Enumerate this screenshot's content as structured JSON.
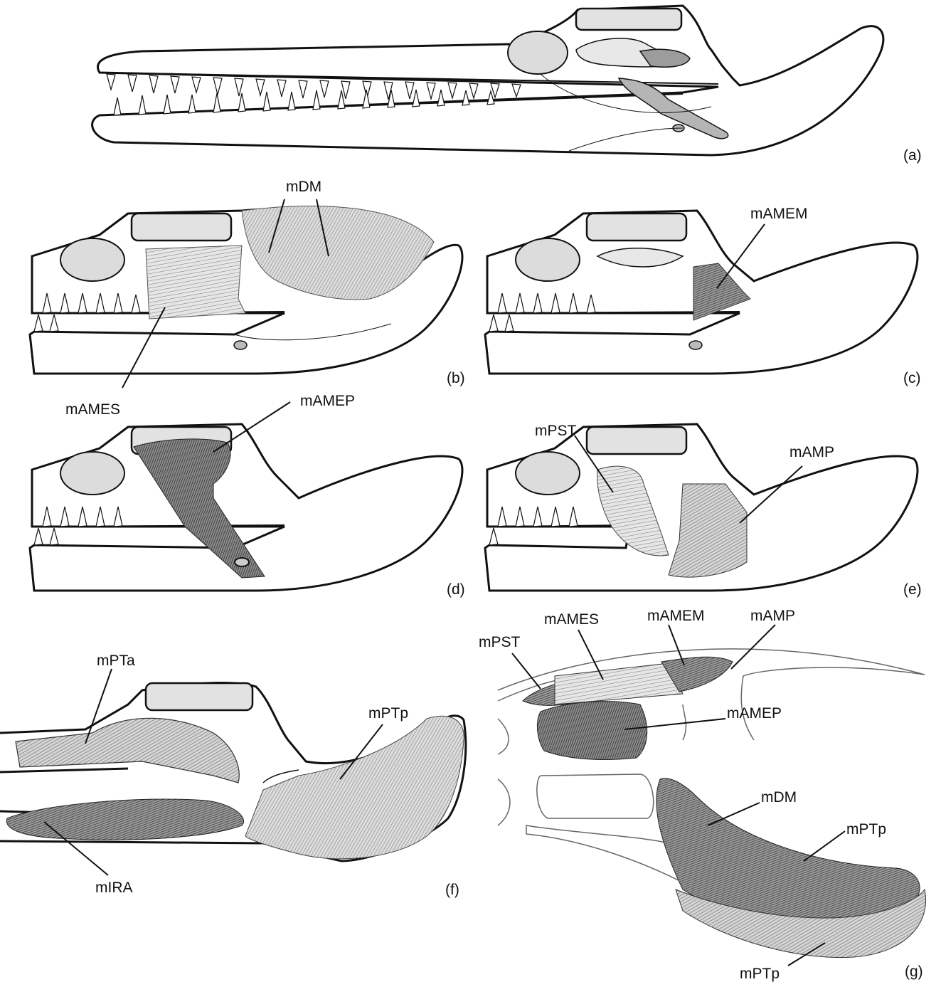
{
  "panels": {
    "a": "(a)",
    "b": "(b)",
    "c": "(c)",
    "d": "(d)",
    "e": "(e)",
    "f": "(f)",
    "g": "(g)"
  },
  "labels": {
    "b_mDM": "mDM",
    "b_mAMES": "mAMES",
    "c_mAMEM": "mAMEM",
    "d_mAMEP": "mAMEP",
    "e_mPST": "mPST",
    "e_mAMP": "mAMP",
    "f_mPTa": "mPTa",
    "f_mPTp": "mPTp",
    "f_mIRA": "mIRA",
    "g_mPST": "mPST",
    "g_mAMES": "mAMES",
    "g_mAMEM": "mAMEM",
    "g_mAMP": "mAMP",
    "g_mAMEP": "mAMEP",
    "g_mDM": "mDM",
    "g_mPTp_upper": "mPTp",
    "g_mPTp_lower": "mPTp"
  },
  "colors": {
    "outline": "#111111",
    "bone_fill": "#ffffff",
    "fenestra_fill": "#e2e2e2",
    "muscle_light": "#bdbdbd",
    "muscle_mid": "#8c8c8c",
    "muscle_dark": "#3a3a3a"
  }
}
